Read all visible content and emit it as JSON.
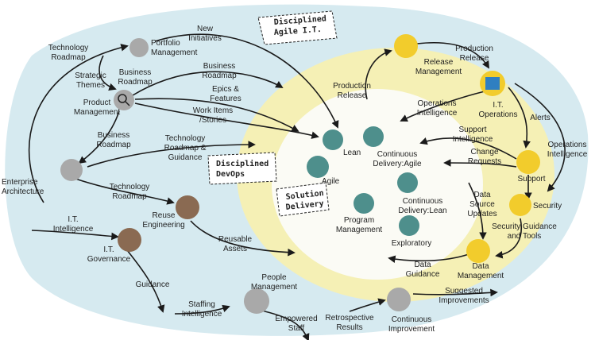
{
  "colors": {
    "outer_blob": "#d6eaf0",
    "yellow_ring": "#f5f0b5",
    "inner_white": "#fbfbf5",
    "teal_icon": "#4e8f8c",
    "gray_icon": "#a9a9a9",
    "brown_icon": "#8a6a52",
    "yellow_icon": "#f2cc2c",
    "blue_icon": "#2f7fc1",
    "dark_icon": "#555555"
  },
  "tags": {
    "disciplined_agile_it": [
      "Disciplined",
      "Agile I.T."
    ],
    "disciplined_devops": [
      "Disciplined",
      "DevOps"
    ],
    "solution_delivery": [
      "Solution",
      "Delivery"
    ]
  },
  "nodes": {
    "portfolio_management": [
      "Portfolio",
      "Management"
    ],
    "product_management": [
      "Product",
      "Management"
    ],
    "enterprise_architecture": [
      "Enterprise",
      "Architecture"
    ],
    "reuse_engineering": [
      "Reuse",
      "Engineering"
    ],
    "it_governance": [
      "I.T.",
      "Governance"
    ],
    "people_management": [
      "People",
      "Management"
    ],
    "continuous_improvement": [
      "Continuous",
      "Improvement"
    ],
    "release_management": [
      "Release",
      "Management"
    ],
    "it_operations": [
      "I.T.",
      "Operations"
    ],
    "support": "Support",
    "security": "Security",
    "data_management": [
      "Data",
      "Management"
    ]
  },
  "delivery": {
    "lean": "Lean",
    "continuous_delivery_agile": [
      "Continuous",
      "Delivery:Agile"
    ],
    "agile": "Agile",
    "continuous_delivery_lean": [
      "Continuous",
      "Delivery:Lean"
    ],
    "program_management": [
      "Program",
      "Management"
    ],
    "exploratory": "Exploratory"
  },
  "flows": {
    "technology_roadmap_1": [
      "Technology",
      "Roadmap"
    ],
    "new_initiatives": [
      "New",
      "Initiatives"
    ],
    "strategic_themes": [
      "Strategic",
      "Themes"
    ],
    "business_roadmap_1": [
      "Business",
      "Roadmap"
    ],
    "business_roadmap_2": [
      "Business",
      "Roadmap"
    ],
    "epics_features": [
      "Epics &",
      "Features"
    ],
    "work_items_stories": [
      "Work Items",
      "/Stories"
    ],
    "business_roadmap_3": [
      "Business",
      "Roadmap"
    ],
    "technology_roadmap_guidance": [
      "Technology",
      "Roadmap &",
      "Guidance"
    ],
    "technology_roadmap_2": [
      "Technology",
      "Roadmap"
    ],
    "it_intelligence": [
      "I.T.",
      "Intelligence"
    ],
    "reusable_assets": [
      "Reusable",
      "Assets"
    ],
    "guidance": "Guidance",
    "staffing_intelligence": [
      "Staffing",
      "Intelligence"
    ],
    "empowered_staff": [
      "Empowered",
      "Staff"
    ],
    "retrospective_results": [
      "Retrospective",
      "Results"
    ],
    "suggested_improvements": [
      "Suggested",
      "Improvements"
    ],
    "production_release_1": [
      "Production",
      "Release"
    ],
    "production_release_2": [
      "Production",
      "Release"
    ],
    "operations_intelligence_1": [
      "Operations",
      "Intelligence"
    ],
    "alerts": "Alerts",
    "operations_intelligence_2": [
      "Operations",
      "Intelligence"
    ],
    "support_intelligence": [
      "Support",
      "Intelligence"
    ],
    "change_requests": [
      "Change",
      "Requests"
    ],
    "data_source_updates": [
      "Data",
      "Source",
      "Updates"
    ],
    "security_guidance_tools": [
      "Security Guidance",
      "and Tools"
    ],
    "data_guidance": [
      "Data",
      "Guidance"
    ]
  }
}
